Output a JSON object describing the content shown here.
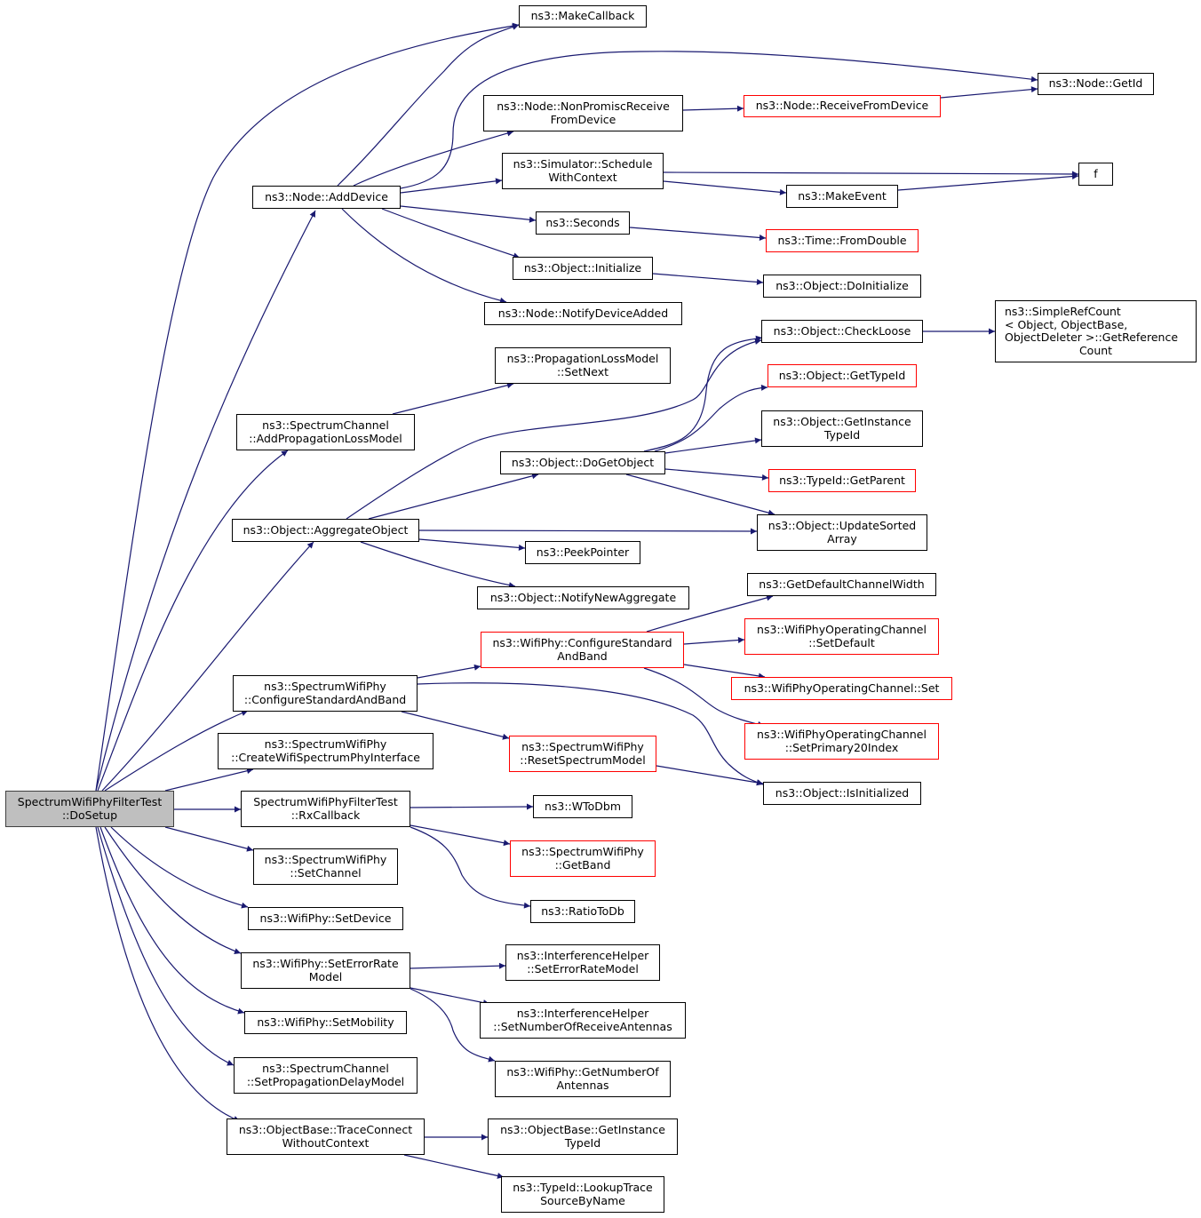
{
  "diagram": {
    "colors": {
      "edge": "#191970",
      "node_border": "#000000",
      "node_border_truncated": "#ff0000",
      "root_fill": "#bfbfbf"
    },
    "nodes": {
      "root": [
        "SpectrumWifiPhyFilterTest",
        "::DoSetup"
      ],
      "make_callback": [
        "ns3::MakeCallback"
      ],
      "node_get_id": [
        "ns3::Node::GetId"
      ],
      "node_non_promisc_receive": [
        "ns3::Node::NonPromiscReceive",
        "FromDevice"
      ],
      "node_receive_from_device": [
        "ns3::Node::ReceiveFromDevice"
      ],
      "simulator_schedule": [
        "ns3::Simulator::Schedule",
        "WithContext"
      ],
      "f": [
        "f"
      ],
      "node_add_device": [
        "ns3::Node::AddDevice"
      ],
      "make_event": [
        "ns3::MakeEvent"
      ],
      "seconds": [
        "ns3::Seconds"
      ],
      "time_from_double": [
        "ns3::Time::FromDouble"
      ],
      "object_initialize": [
        "ns3::Object::Initialize"
      ],
      "object_do_initialize": [
        "ns3::Object::DoInitialize"
      ],
      "node_notify_device_added": [
        "ns3::Node::NotifyDeviceAdded"
      ],
      "object_check_loose": [
        "ns3::Object::CheckLoose"
      ],
      "simple_ref_count": [
        "ns3::SimpleRefCount",
        "< Object, ObjectBase,",
        " ObjectDeleter >::GetReference",
        "Count"
      ],
      "propagation_set_next": [
        "ns3::PropagationLossModel",
        "::SetNext"
      ],
      "object_get_type_id": [
        "ns3::Object::GetTypeId"
      ],
      "spectrum_channel_add_loss": [
        "ns3::SpectrumChannel",
        "::AddPropagationLossModel"
      ],
      "object_get_instance_type_id": [
        "ns3::Object::GetInstance",
        "TypeId"
      ],
      "object_do_get_object": [
        "ns3::Object::DoGetObject"
      ],
      "typeid_get_parent": [
        "ns3::TypeId::GetParent"
      ],
      "object_aggregate_object": [
        "ns3::Object::AggregateObject"
      ],
      "object_update_sorted_array": [
        "ns3::Object::UpdateSorted",
        "Array"
      ],
      "peek_pointer": [
        "ns3::PeekPointer"
      ],
      "object_notify_new_aggregate": [
        "ns3::Object::NotifyNewAggregate"
      ],
      "get_default_channel_width": [
        "ns3::GetDefaultChannelWidth"
      ],
      "wifiphy_configure_standard_and_band": [
        "ns3::WifiPhy::ConfigureStandard",
        "AndBand"
      ],
      "operating_channel_set_default": [
        "ns3::WifiPhyOperatingChannel",
        "::SetDefault"
      ],
      "spectrum_wifiphy_configure": [
        "ns3::SpectrumWifiPhy",
        "::ConfigureStandardAndBand"
      ],
      "operating_channel_set": [
        "ns3::WifiPhyOperatingChannel::Set"
      ],
      "operating_channel_set_primary20": [
        "ns3::WifiPhyOperatingChannel",
        "::SetPrimary20Index"
      ],
      "spectrum_wifiphy_create_interface": [
        "ns3::SpectrumWifiPhy",
        "::CreateWifiSpectrumPhyInterface"
      ],
      "spectrum_wifiphy_reset_model": [
        "ns3::SpectrumWifiPhy",
        "::ResetSpectrumModel"
      ],
      "object_is_initialized": [
        "ns3::Object::IsInitialized"
      ],
      "filter_test_rx_callback": [
        "SpectrumWifiPhyFilterTest",
        "::RxCallback"
      ],
      "w_to_dbm": [
        "ns3::WToDbm"
      ],
      "spectrum_wifiphy_get_band": [
        "ns3::SpectrumWifiPhy",
        "::GetBand"
      ],
      "spectrum_wifiphy_set_channel": [
        "ns3::SpectrumWifiPhy",
        "::SetChannel"
      ],
      "ratio_to_db": [
        "ns3::RatioToDb"
      ],
      "wifiphy_set_device": [
        "ns3::WifiPhy::SetDevice"
      ],
      "interference_set_error_rate_model": [
        "ns3::InterferenceHelper",
        "::SetErrorRateModel"
      ],
      "wifiphy_set_error_rate_model": [
        "ns3::WifiPhy::SetErrorRate",
        "Model"
      ],
      "interference_set_number_rx_antennas": [
        "ns3::InterferenceHelper",
        "::SetNumberOfReceiveAntennas"
      ],
      "wifiphy_set_mobility": [
        "ns3::WifiPhy::SetMobility"
      ],
      "wifiphy_get_number_of_antennas": [
        "ns3::WifiPhy::GetNumberOf",
        "Antennas"
      ],
      "spectrum_channel_set_delay": [
        "ns3::SpectrumChannel",
        "::SetPropagationDelayModel"
      ],
      "objectbase_trace_connect": [
        "ns3::ObjectBase::TraceConnect",
        "WithoutContext"
      ],
      "objectbase_get_instance_type_id": [
        "ns3::ObjectBase::GetInstance",
        "TypeId"
      ],
      "typeid_lookup_trace_source": [
        "ns3::TypeId::LookupTrace",
        "SourceByName"
      ]
    }
  }
}
